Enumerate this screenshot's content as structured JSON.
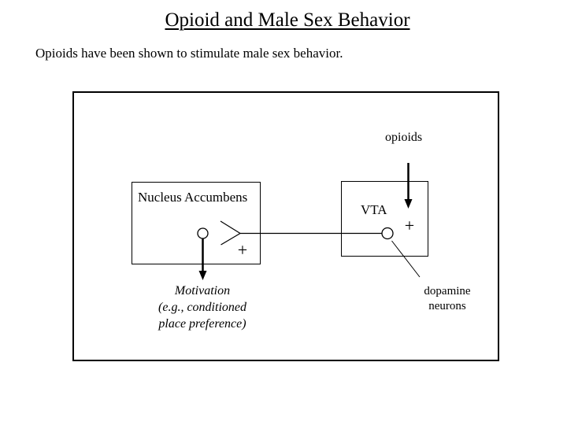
{
  "slide": {
    "title": "Opioid and Male Sex Behavior",
    "subtitle": "Opioids have been shown to stimulate male sex behavior."
  },
  "diagram": {
    "opioids_label": "opioids",
    "nucleus_accumbens": {
      "label": "Nucleus Accumbens",
      "plus": "+"
    },
    "vta": {
      "label": "VTA",
      "plus": "+"
    },
    "motivation_label": "Motivation\n(e.g., conditioned\nplace preference)",
    "dopamine_label": "dopamine\nneurons"
  },
  "colors": {
    "foreground": "#000000",
    "background": "#ffffff"
  }
}
